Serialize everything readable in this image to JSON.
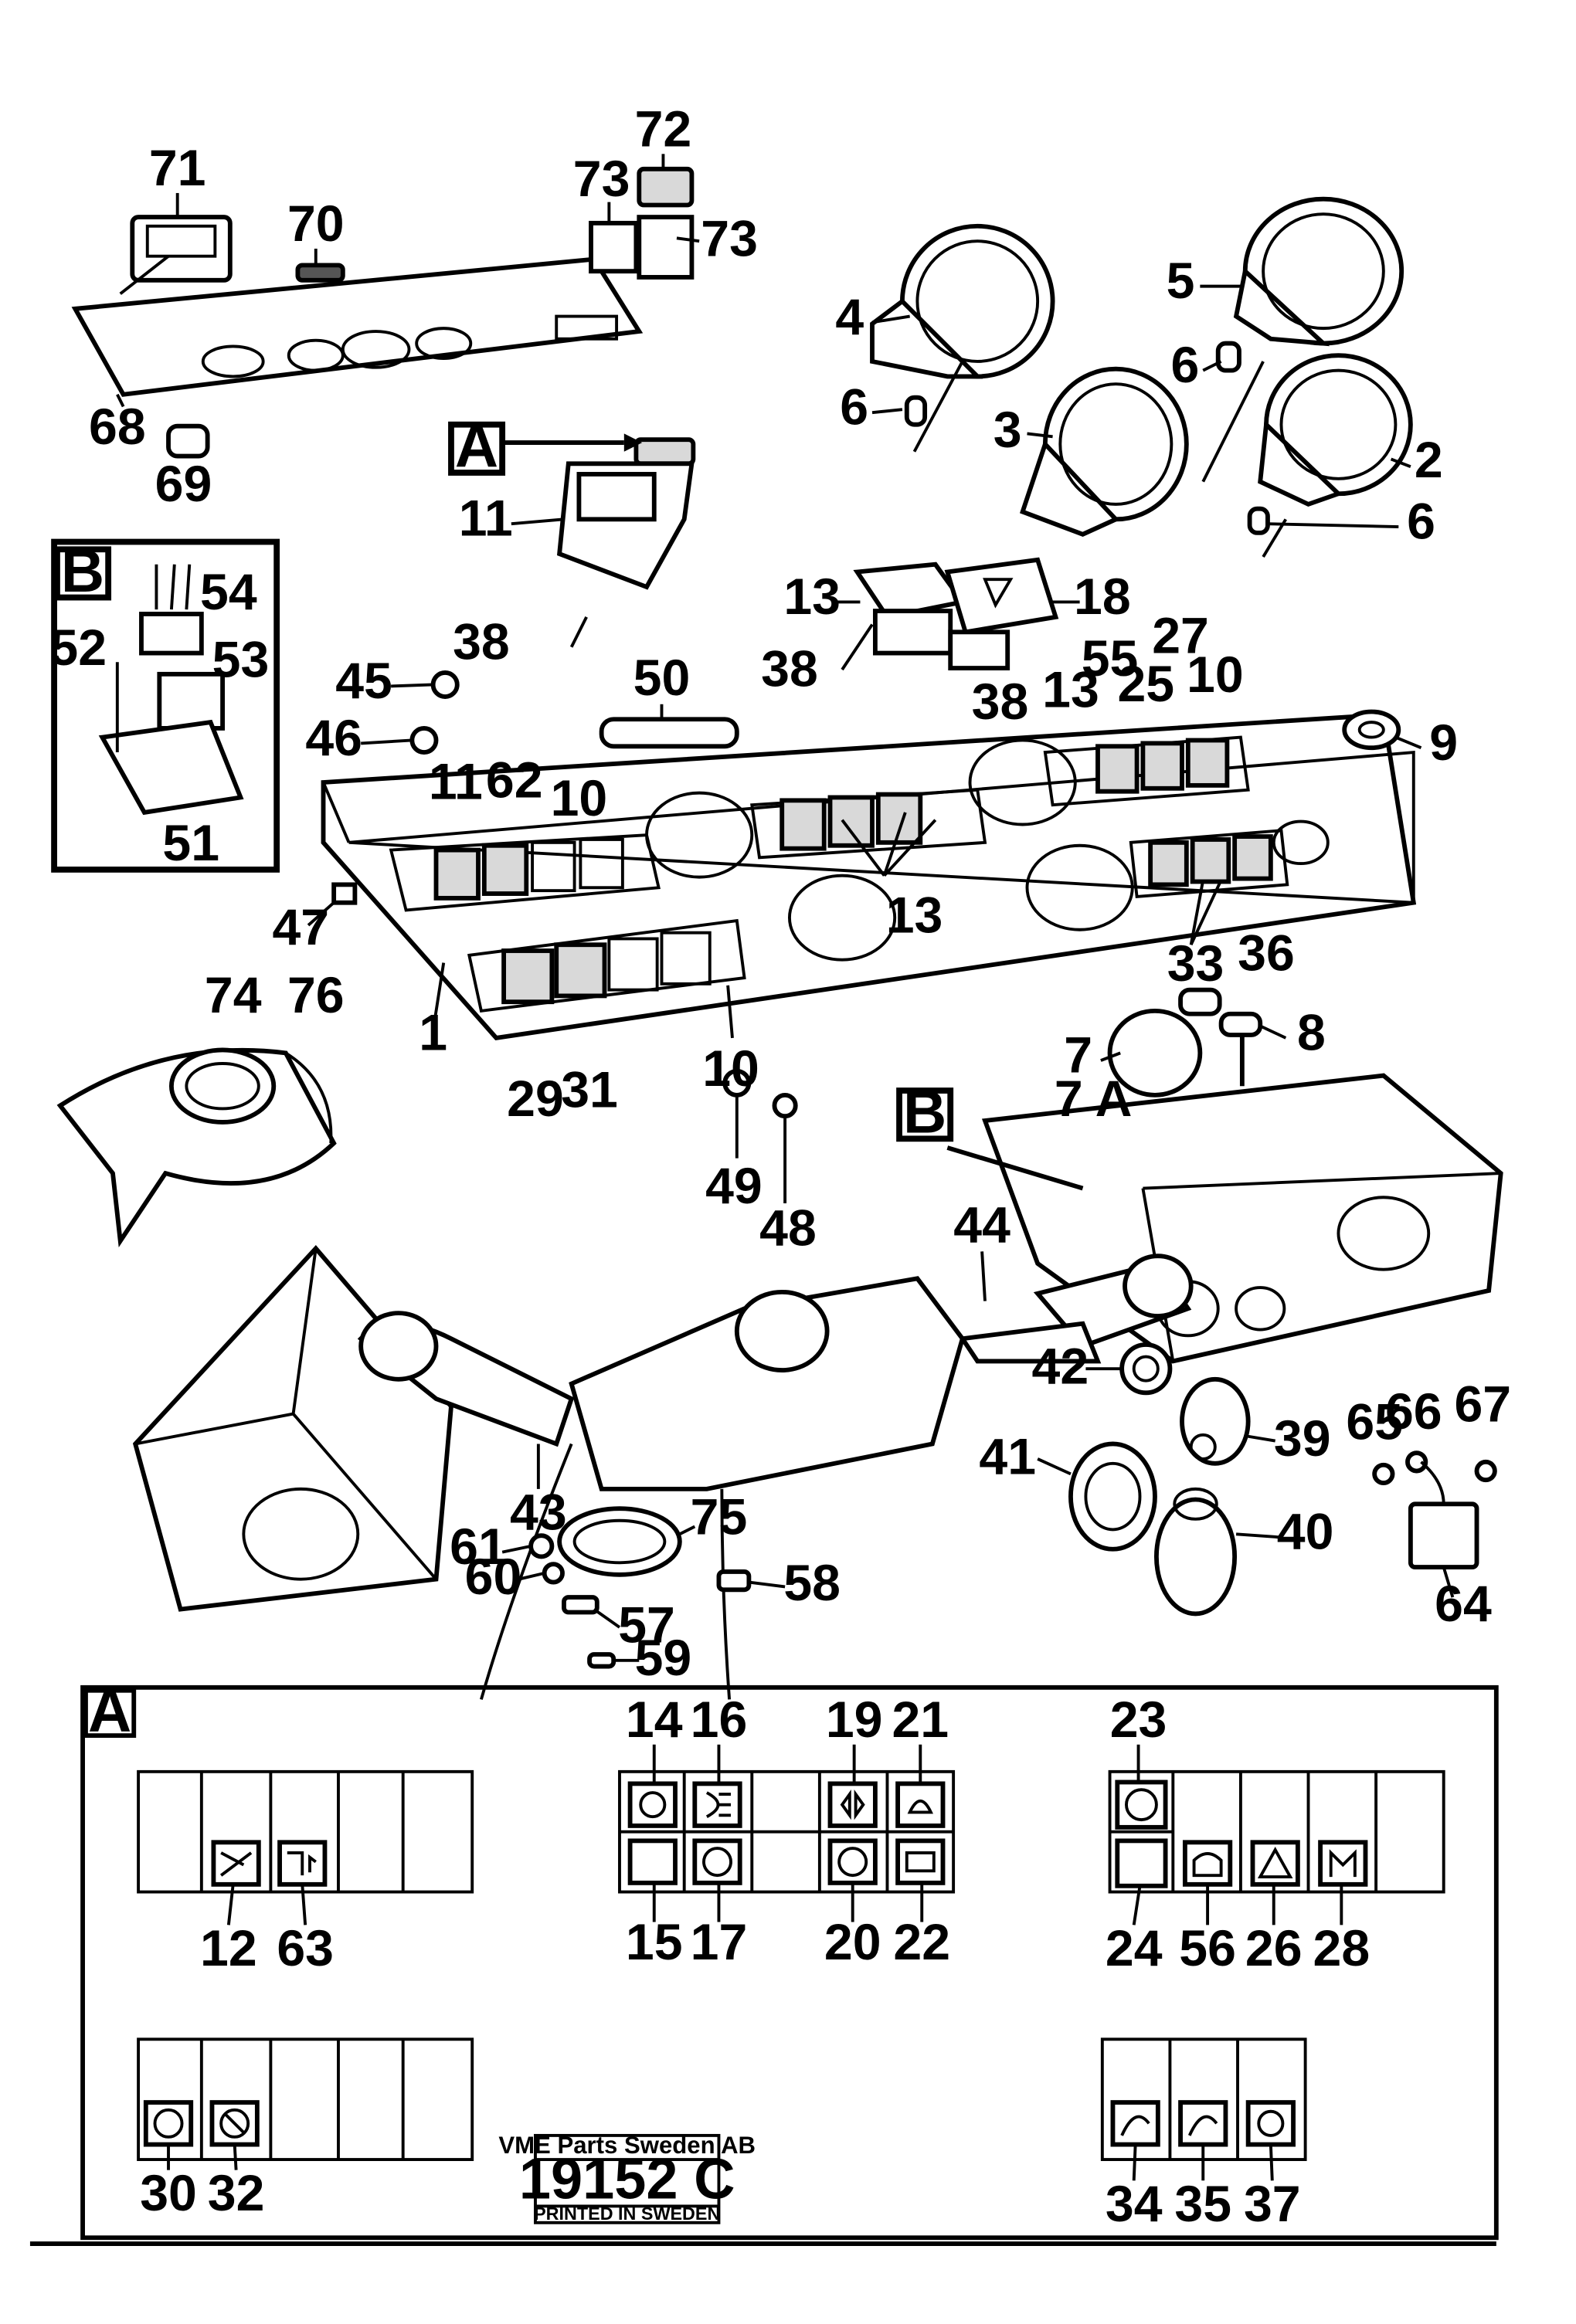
{
  "boxes": {
    "A": "A",
    "B": "B"
  },
  "labels": {
    "p71": "71",
    "p72": "72",
    "p73a": "73",
    "p73b": "73",
    "p70": "70",
    "p68": "68",
    "p69": "69",
    "p4": "4",
    "p6a": "6",
    "p5": "5",
    "p6b": "6",
    "p3": "3",
    "p2": "2",
    "p6c": "6",
    "p11a": "11",
    "p38a": "38",
    "p54": "54",
    "p52": "52",
    "p53": "53",
    "p51": "51",
    "p13a": "13",
    "p18": "18",
    "p38b": "38",
    "p38c": "38",
    "p45": "45",
    "p46": "46",
    "p50": "50",
    "p11b": "11",
    "p62": "62",
    "p10a": "10",
    "p13b": "13",
    "p55": "55",
    "p25": "25",
    "p27": "27",
    "p10b": "10",
    "p9": "9",
    "p47": "47",
    "p13c": "13",
    "p33": "33",
    "p36": "36",
    "p1": "1",
    "p29": "29",
    "p31": "31",
    "p10c": "10",
    "p49": "49",
    "p48": "48",
    "p7": "7",
    "p7a": "7 A",
    "p8": "8",
    "p74": "74",
    "p76": "76",
    "p44": "44",
    "p42": "42",
    "p41": "41",
    "p39": "39",
    "p65": "65",
    "p66": "66",
    "p67": "67",
    "p40": "40",
    "p64": "64",
    "p43": "43",
    "p75": "75",
    "p61": "61",
    "p60": "60",
    "p57": "57",
    "p58": "58",
    "p59": "59",
    "s14": "14",
    "s16": "16",
    "s19": "19",
    "s21": "21",
    "s23": "23",
    "s12": "12",
    "s63": "63",
    "s15": "15",
    "s17": "17",
    "s20": "20",
    "s22": "22",
    "s24": "24",
    "s56": "56",
    "s26": "26",
    "s28": "28",
    "s30": "30",
    "s32": "32",
    "s34": "34",
    "s35": "35",
    "s37": "37"
  },
  "stamp": {
    "company": "VME Parts Sweden AB",
    "number": "19152 C",
    "printed": "PRINTED IN SWEDEN"
  }
}
